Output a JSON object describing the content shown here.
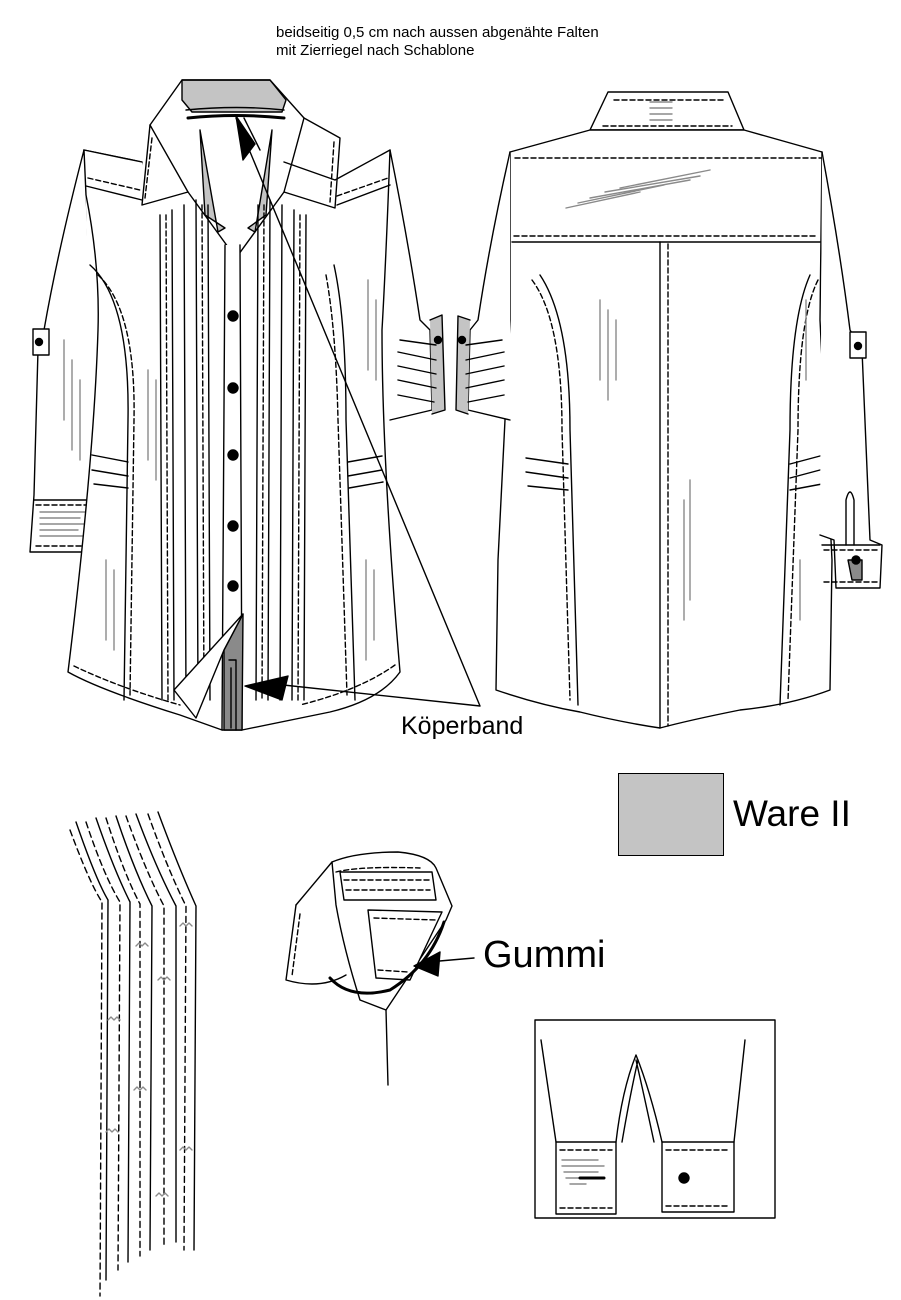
{
  "annotation": {
    "line1": "beidseitig 0,5 cm nach aussen abgenähte Falten",
    "line2": "mit Zierriegel nach Schablone"
  },
  "labels": {
    "twill_tape": "Köperband",
    "fabric_two": "Ware II",
    "elastic": "Gummi"
  },
  "colors": {
    "line": "#000000",
    "fabric_two_fill": "#c4c4c4",
    "texture": "#8a8a8a",
    "background": "#ffffff"
  }
}
